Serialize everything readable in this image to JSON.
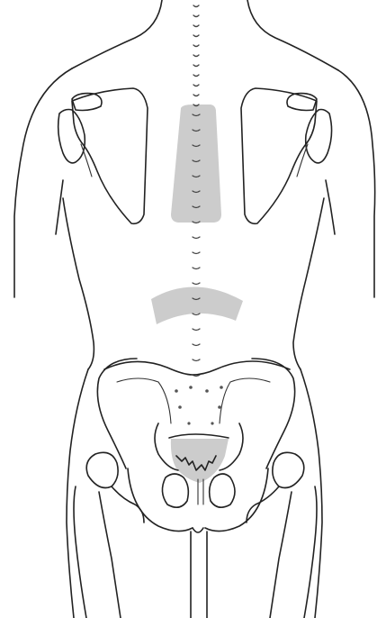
{
  "figure": {
    "subject": "posterior-torso-skeleton",
    "highlighted_regions": [
      {
        "name": "thoracic-band",
        "color": "#cccccc"
      },
      {
        "name": "lumbar-band",
        "color": "#cccccc"
      },
      {
        "name": "sacral-triangle",
        "color": "#cccccc"
      }
    ],
    "colors": {
      "line": "#222222",
      "shading": "#cccccc",
      "background": "#ffffff"
    }
  }
}
